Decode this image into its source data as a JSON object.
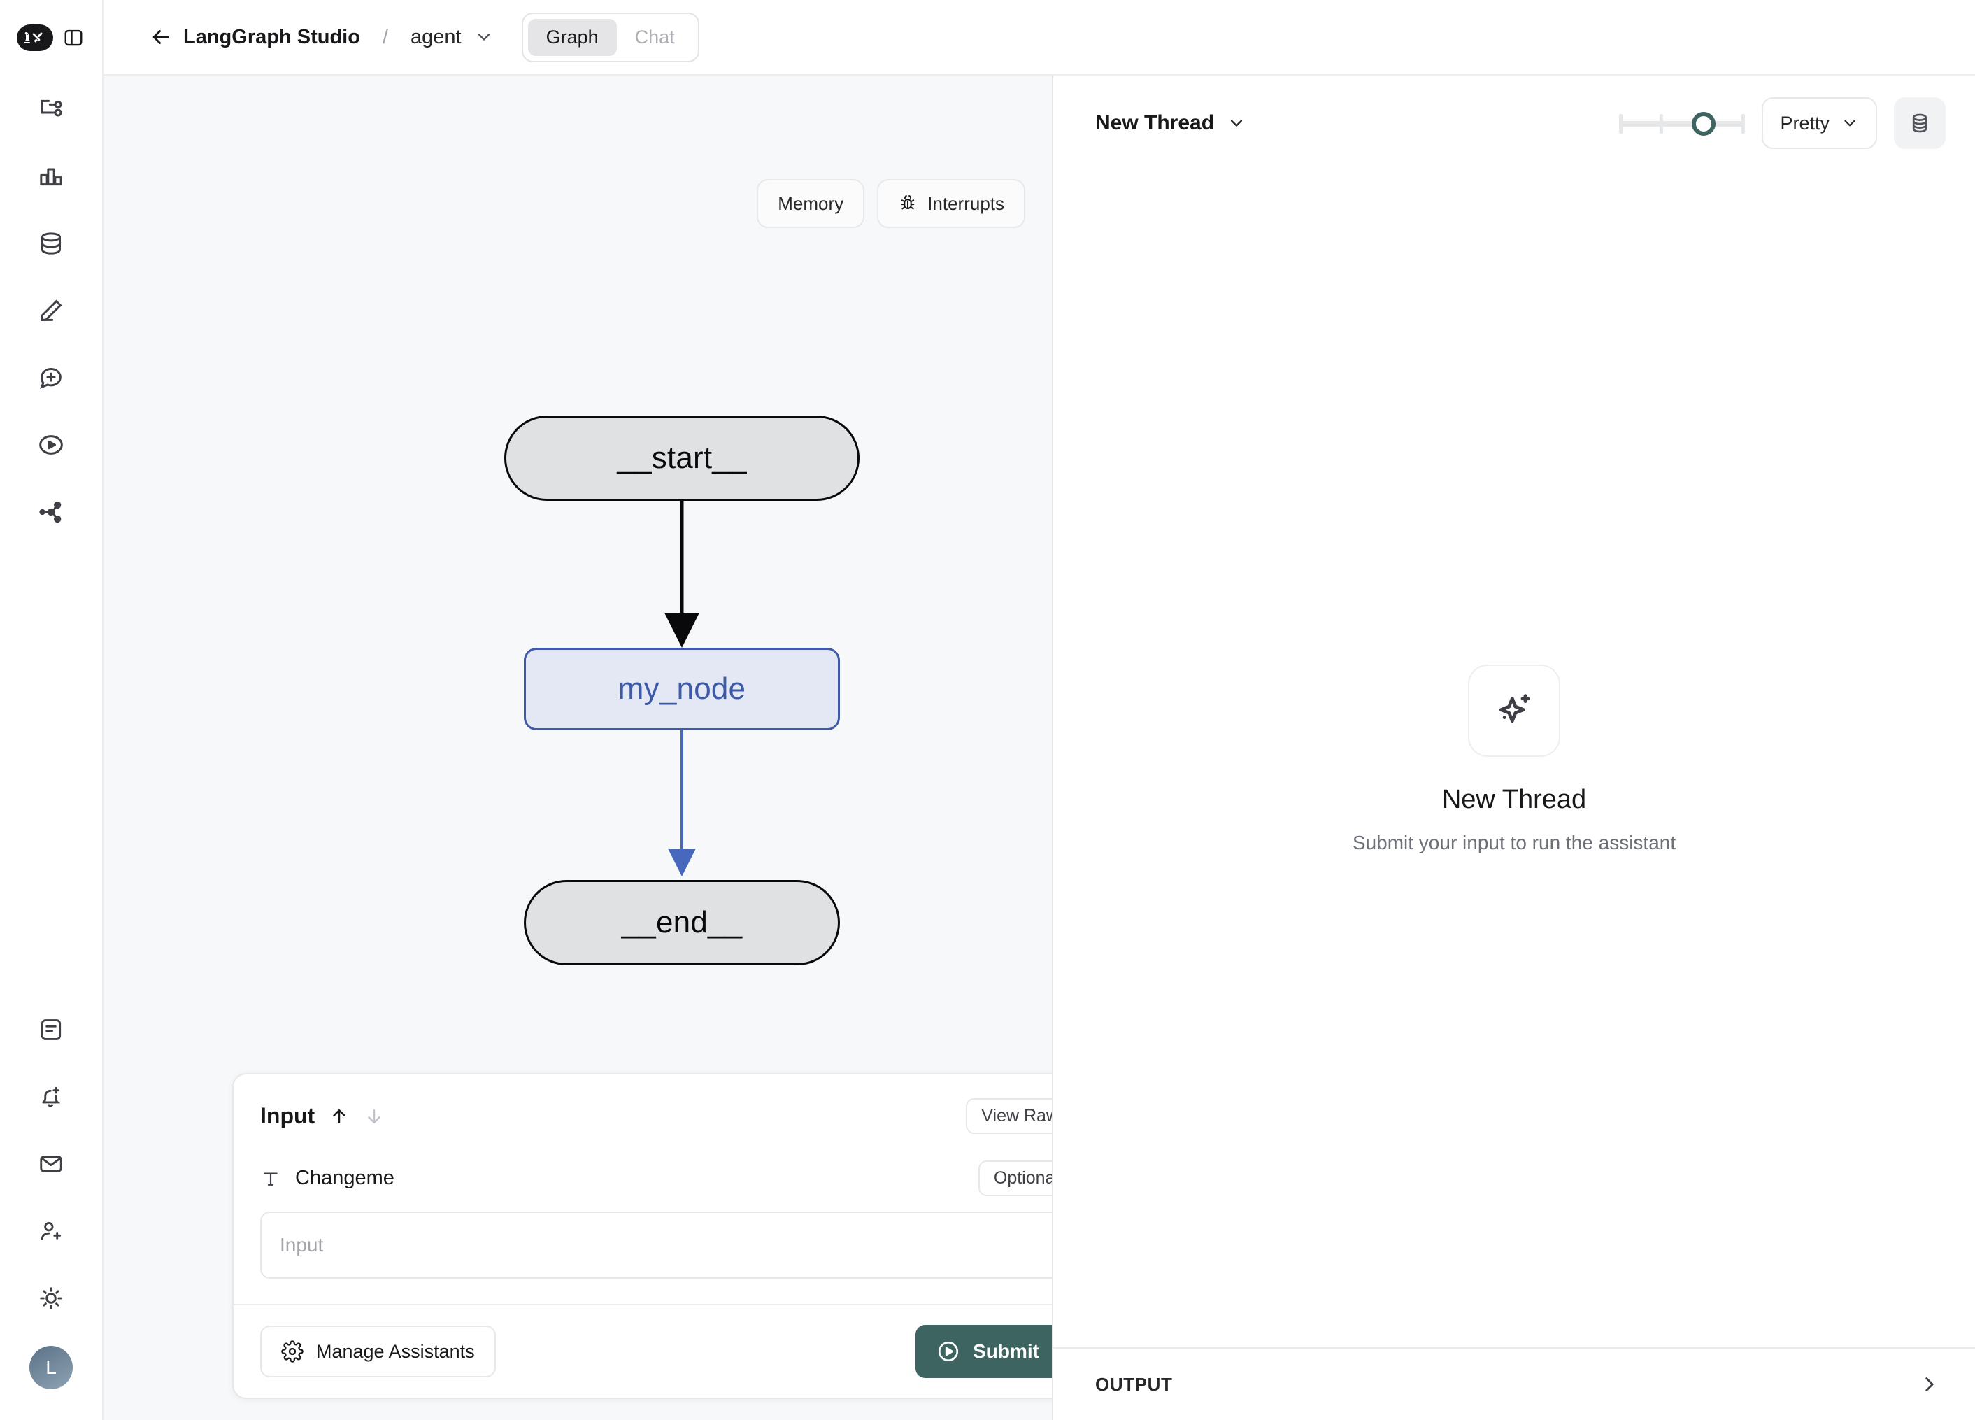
{
  "app": {
    "logo_icon": "langchain-parrot-logo",
    "sidebar_toggle_icon": "panel-toggle-icon"
  },
  "header": {
    "back_icon": "arrow-left-icon",
    "title": "LangGraph Studio",
    "separator": "/",
    "assistant": "agent",
    "assistant_chevron_icon": "chevron-down-icon",
    "tabs": [
      {
        "label": "Graph",
        "active": true
      },
      {
        "label": "Chat",
        "active": false
      }
    ]
  },
  "rail": {
    "top_items": [
      {
        "icon": "git-flow-icon",
        "name": "flow"
      },
      {
        "icon": "bar-chart-icon",
        "name": "analytics"
      },
      {
        "icon": "database-icon",
        "name": "datasets"
      },
      {
        "icon": "pencil-icon",
        "name": "annotate"
      },
      {
        "icon": "message-plus-icon",
        "name": "prompts"
      },
      {
        "icon": "play-circle-icon",
        "name": "playground"
      },
      {
        "icon": "share-network-icon",
        "name": "deployments"
      }
    ],
    "bottom_items": [
      {
        "icon": "document-icon",
        "name": "docs"
      },
      {
        "icon": "bell-plus-icon",
        "name": "alerts"
      },
      {
        "icon": "envelope-icon",
        "name": "inbox"
      },
      {
        "icon": "user-plus-icon",
        "name": "invite"
      },
      {
        "icon": "sun-icon",
        "name": "theme"
      }
    ],
    "avatar_initial": "L"
  },
  "canvas": {
    "tools": [
      {
        "label": "Memory",
        "icon": null
      },
      {
        "label": "Interrupts",
        "icon": "bug-icon"
      }
    ],
    "graph": {
      "nodes": [
        {
          "id": "start",
          "label": "__start__",
          "type": "terminal"
        },
        {
          "id": "my_node",
          "label": "my_node",
          "type": "active"
        },
        {
          "id": "end",
          "label": "__end__",
          "type": "terminal"
        }
      ],
      "edges": [
        {
          "from": "start",
          "to": "my_node",
          "color": "#09090b"
        },
        {
          "from": "my_node",
          "to": "end",
          "color": "#4668bd"
        }
      ]
    }
  },
  "input_panel": {
    "title": "Input",
    "sort_up_icon": "arrow-up-icon",
    "sort_down_icon": "arrow-down-icon",
    "view_raw_label": "View Raw",
    "view_raw_chevron_icon": "chevron-down-icon",
    "field": {
      "type_icon": "text-type-icon",
      "label": "Changeme",
      "badge": "Optional",
      "badge_chevron_icon": "chevron-down-icon",
      "value": "",
      "placeholder": "Input"
    },
    "manage_assistants_label": "Manage Assistants",
    "manage_assistants_icon": "gear-icon",
    "submit_label": "Submit",
    "submit_icon": "play-circle-icon",
    "submit_chevron_icon": "chevron-down-icon",
    "submit_color": "#3d6460"
  },
  "right_panel": {
    "thread_label": "New Thread",
    "thread_chevron_icon": "chevron-down-icon",
    "slider": {
      "ticks": 3,
      "value_position": 3,
      "accent": "#3d6460"
    },
    "format_label": "Pretty",
    "format_chevron_icon": "chevron-down-icon",
    "state_button_icon": "database-icon",
    "empty_state": {
      "icon": "sparkles-icon",
      "title": "New Thread",
      "subtitle": "Submit your input to run the assistant"
    },
    "output_label": "OUTPUT",
    "output_chevron_icon": "chevron-right-icon"
  }
}
